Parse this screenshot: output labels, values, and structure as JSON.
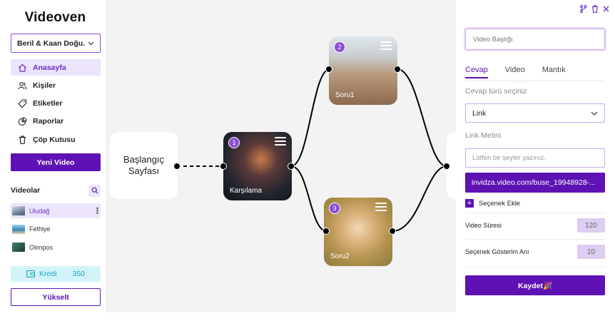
{
  "sidebar": {
    "logo": "Videoven",
    "workspace": "Beril & Kaan Doğu...",
    "nav": [
      {
        "label": "Anasayfa",
        "icon": "home-icon"
      },
      {
        "label": "Kişiler",
        "icon": "users-icon"
      },
      {
        "label": "Etiketler",
        "icon": "tag-icon"
      },
      {
        "label": "Raporlar",
        "icon": "pie-chart-icon"
      },
      {
        "label": "Çöp Kutusu",
        "icon": "trash-icon"
      }
    ],
    "new_video": "Yeni Video",
    "videos_title": "Videolar",
    "videos": [
      {
        "name": "Uludağ",
        "thumb_color": "#7a8fa6"
      },
      {
        "name": "Fethiye",
        "thumb_color": "#3d87b8"
      },
      {
        "name": "Olimpos",
        "thumb_color": "#2f5e4e"
      }
    ],
    "credit_label": "Kredi",
    "credit_value": "350",
    "upgrade": "Yükselt"
  },
  "canvas": {
    "start_node": [
      "Başlangıç",
      "Sayfası"
    ],
    "nodes": [
      {
        "number": "1",
        "caption": "Karşılama"
      },
      {
        "number": "2",
        "caption": "Soru1"
      },
      {
        "number": "3",
        "caption": "Soru2"
      }
    ]
  },
  "panel": {
    "title_placeholder": "Video Başlığı",
    "tabs": [
      "Cevap",
      "Video",
      "Mantık"
    ],
    "answer_type_label": "Cevap türü seçiniz",
    "answer_type_value": "Link",
    "link_text_label": "Link Metini",
    "link_text_placeholder": "Lütfen bir şeyler yazınız.",
    "link_url": "invidza.video.com/buse_19948928-...",
    "add_option": "Seçenek Ekle",
    "video_duration_label": "Video Süresi",
    "video_duration_value": "120",
    "option_show_label": "Seçenek Gösterim Anı",
    "option_show_value": "10",
    "save": "Kaydet🎉"
  },
  "colors": {
    "brand": "#5e12b3",
    "accent_light": "#ebe4fb",
    "credit_bg": "#d3f3fa"
  }
}
